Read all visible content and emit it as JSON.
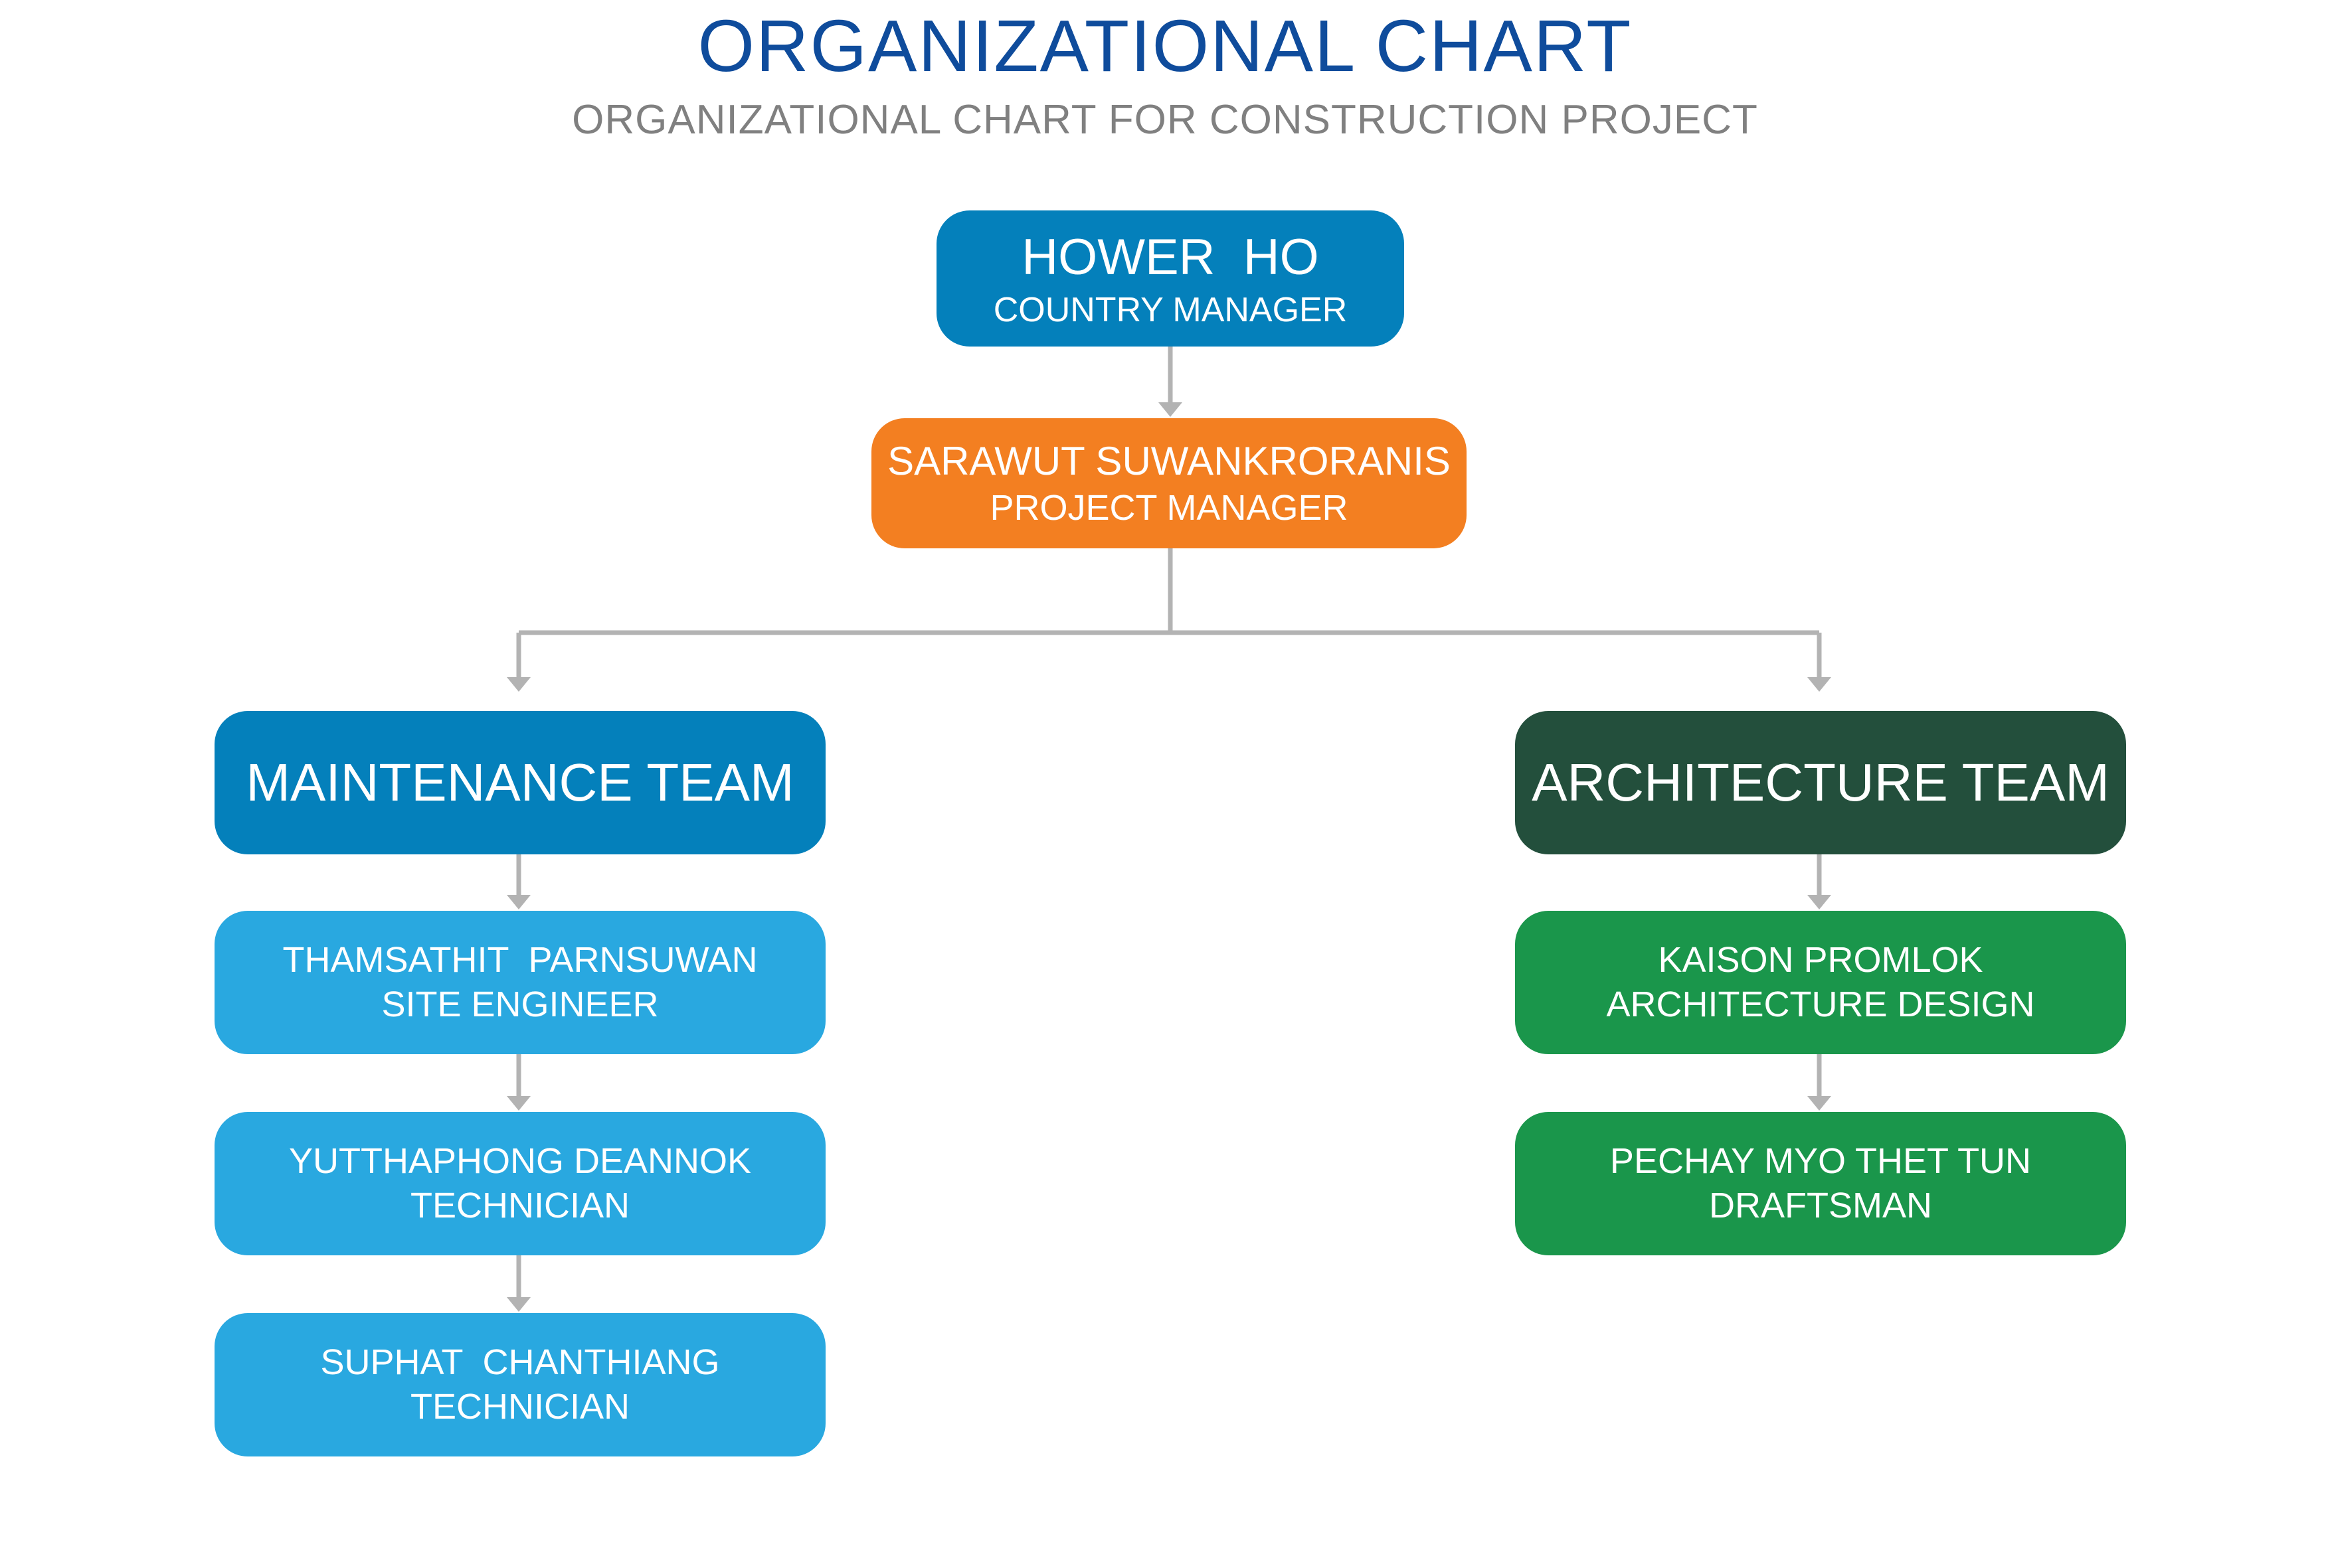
{
  "header": {
    "title": "ORGANIZATIONAL CHART",
    "subtitle": "ORGANIZATIONAL CHART FOR CONSTRUCTION PROJECT"
  },
  "colors": {
    "title": "#0f4c9c",
    "subtitle": "#808080",
    "country_manager": "#0480bb",
    "project_manager": "#f37f21",
    "maintenance_team": "#0480bb",
    "maintenance_member": "#29a8e0",
    "architecture_team": "#234f3c",
    "architecture_member": "#1a964b",
    "connector": "#b3b3b3"
  },
  "top": {
    "country_manager": {
      "name": "HOWER  HO",
      "role": "COUNTRY MANAGER"
    },
    "project_manager": {
      "name": "SARAWUT SUWANKRORANIS",
      "role": "PROJECT MANAGER"
    }
  },
  "teams": {
    "maintenance": {
      "label": "MAINTENANCE TEAM",
      "members": [
        {
          "name": "THAMSATHIT  PARNSUWAN",
          "role": "SITE ENGINEER"
        },
        {
          "name": "YUTTHAPHONG DEANNOK",
          "role": "TECHNICIAN"
        },
        {
          "name": "SUPHAT  CHANTHIANG",
          "role": "TECHNICIAN"
        }
      ]
    },
    "architecture": {
      "label": "ARCHITECTURE TEAM",
      "members": [
        {
          "name": "KAISON PROMLOK",
          "role": "ARCHITECTURE DESIGN"
        },
        {
          "name": "PECHAY MYO THET TUN",
          "role": "DRAFTSMAN"
        }
      ]
    }
  }
}
